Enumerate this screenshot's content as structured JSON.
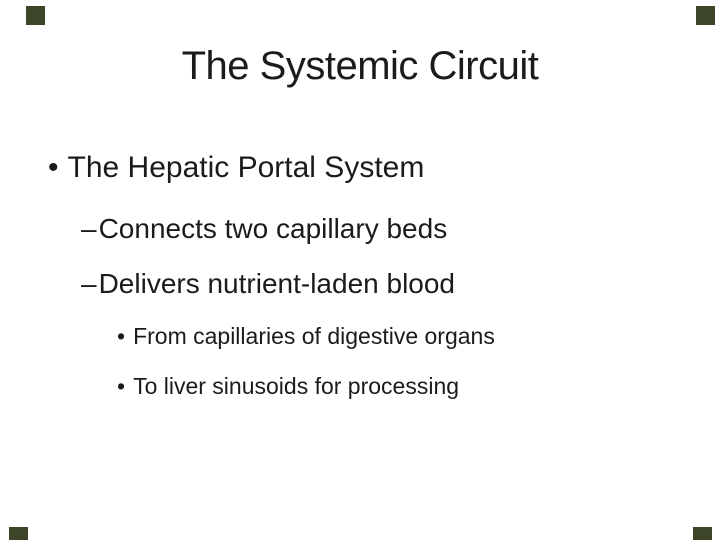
{
  "slide": {
    "title": "The Systemic Circuit",
    "bullets": [
      {
        "level": 1,
        "marker": "•",
        "text": "The Hepatic Portal System"
      },
      {
        "level": 2,
        "marker": "–",
        "text": "Connects two capillary beds"
      },
      {
        "level": 2,
        "marker": "–",
        "text": "Delivers nutrient-laden blood"
      },
      {
        "level": 3,
        "marker": "•",
        "text": "From capillaries of digestive organs"
      },
      {
        "level": 3,
        "marker": "•",
        "text": "To liver sinusoids for processing"
      }
    ],
    "colors": {
      "background": "#ffffff",
      "text": "#1b1b1b",
      "corner_accent": "#3d4629"
    }
  }
}
